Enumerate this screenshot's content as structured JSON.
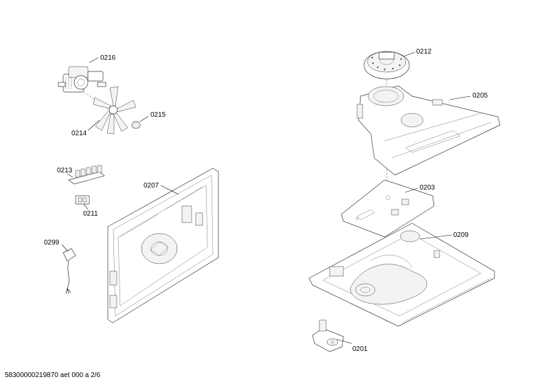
{
  "parts": {
    "p0216": "0216",
    "p0214": "0214",
    "p0215": "0215",
    "p0213": "0213",
    "p0211": "0211",
    "p0207": "0207",
    "p0299": "0299",
    "p0212": "0212",
    "p0205": "0205",
    "p0203": "0203",
    "p0209": "0209",
    "p0201": "0201"
  },
  "footer": {
    "doc_id": "58300000219870 aet 000 a 2/6"
  }
}
